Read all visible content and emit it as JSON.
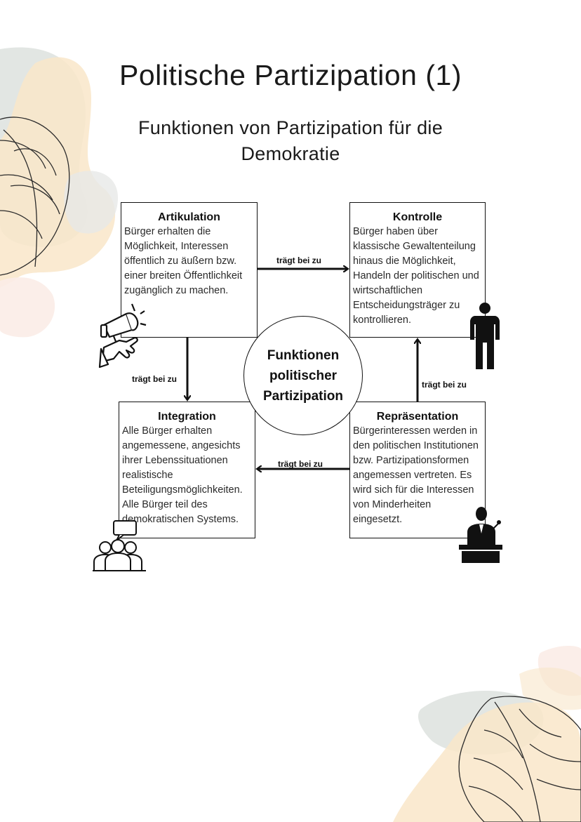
{
  "page": {
    "title": "Politische Partizipation (1)",
    "subtitle": "Funktionen von Partizipation für die Demokratie"
  },
  "center": {
    "text": "Funktionen\npolitischer\nPartizipation"
  },
  "boxes": {
    "artikulation": {
      "title": "Artikulation",
      "text": "Bürger erhalten die Möglichkeit, Interessen öffentlich zu äußern bzw. einer breiten Öffentlichkeit zugänglich zu machen."
    },
    "kontrolle": {
      "title": "Kontrolle",
      "text": "Bürger haben über klassische Gewaltenteilung hinaus die Möglichkeit, Handeln der politischen und wirtschaftlichen Entscheidungsträger zu kontrollieren."
    },
    "integration": {
      "title": "Integration",
      "text": "Alle Bürger erhalten angemessene, angesichts ihrer Lebenssituationen realistische Beteiligungsmöglichkeiten. Alle Bürger teil des demokratischen Systems."
    },
    "repraesentation": {
      "title": "Repräsentation",
      "text": "Bürgerinteressen werden in den politischen Institutionen bzw. Partizipationsformen angemessen vertreten. Es wird sich für die Interessen von Minderheiten eingesetzt."
    }
  },
  "arrows": {
    "art_to_kon": "trägt bei zu",
    "art_to_int": "trägt bei zu",
    "rep_to_kon": "trägt bei zu",
    "rep_to_int": "trägt bei zu"
  },
  "icons": {
    "artikulation": "megaphone-icon",
    "kontrolle": "standing-person-icon",
    "integration": "group-speech-icon",
    "repraesentation": "speaker-podium-icon"
  },
  "colors": {
    "blob_gray": "#dfe3e0",
    "blob_peach": "#f9e6c9",
    "blob_pink": "#fbece7",
    "ink": "#111111"
  }
}
